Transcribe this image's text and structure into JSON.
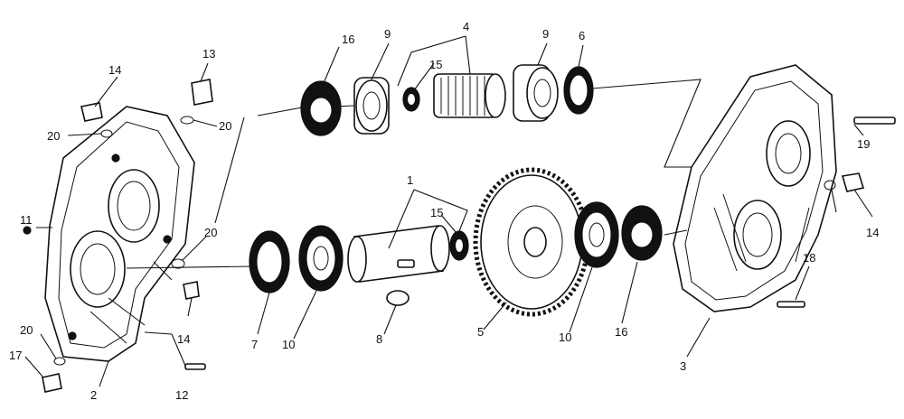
{
  "diagram": {
    "type": "exploded-parts-view",
    "callouts": {
      "c1": "1",
      "c2": "2",
      "c3": "3",
      "c4": "4",
      "c5": "5",
      "c6": "6",
      "c7": "7",
      "c8": "8",
      "c9a": "9",
      "c9b": "9",
      "c10a": "10",
      "c10b": "10",
      "c11": "11",
      "c12": "12",
      "c13": "13",
      "c14a": "14",
      "c14b": "14",
      "c14c": "14",
      "c15a": "15",
      "c15b": "15",
      "c16a": "16",
      "c16b": "16",
      "c17": "17",
      "c18": "18",
      "c19": "19",
      "c20a": "20",
      "c20b": "20",
      "c20c": "20",
      "c20d": "20"
    }
  }
}
